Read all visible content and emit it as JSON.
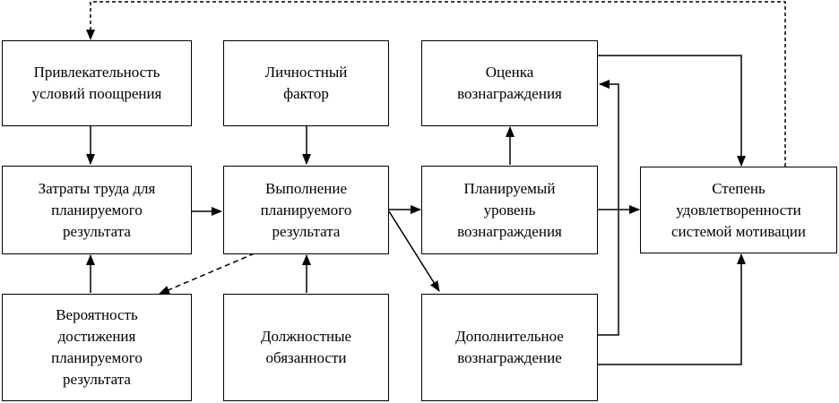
{
  "diagram": {
    "colors": {
      "stroke": "#000000",
      "background": "#ffffff"
    },
    "boxes": {
      "attractiveness": "Привлекательность\nусловий поощрения",
      "personal_factor": "Личностный\nфактор",
      "reward_evaluation": "Оценка\nвознаграждения",
      "labor_costs": "Затраты труда для\nпланируемого\nрезультата",
      "performance": "Выполнение\nпланируемого\nрезультата",
      "planned_reward": "Планируемый\nуровень\nвознаграждения",
      "satisfaction": "Степень\nудовлетворенности\nсистемой мотивации",
      "probability": "Вероятность\nдостижения\nпланируемого\nрезультата",
      "duties": "Должностные\nобязанности",
      "additional_reward": "Дополнительное\nвознаграждение"
    },
    "connections": [
      {
        "from": "attractiveness",
        "to": "labor_costs",
        "style": "solid"
      },
      {
        "from": "personal_factor",
        "to": "performance",
        "style": "solid"
      },
      {
        "from": "labor_costs",
        "to": "performance",
        "style": "solid"
      },
      {
        "from": "performance",
        "to": "planned_reward",
        "style": "solid"
      },
      {
        "from": "performance",
        "to": "additional_reward",
        "style": "solid"
      },
      {
        "from": "performance",
        "to": "probability",
        "style": "dashed"
      },
      {
        "from": "planned_reward",
        "to": "reward_evaluation",
        "style": "solid"
      },
      {
        "from": "planned_reward",
        "to": "satisfaction",
        "style": "solid"
      },
      {
        "from": "reward_evaluation",
        "to": "satisfaction",
        "style": "solid"
      },
      {
        "from": "additional_reward",
        "to": "reward_evaluation",
        "style": "solid"
      },
      {
        "from": "additional_reward",
        "to": "satisfaction",
        "style": "solid"
      },
      {
        "from": "probability",
        "to": "labor_costs",
        "style": "solid"
      },
      {
        "from": "duties",
        "to": "performance",
        "style": "solid"
      },
      {
        "from": "satisfaction",
        "to": "attractiveness",
        "style": "dashed"
      }
    ]
  }
}
